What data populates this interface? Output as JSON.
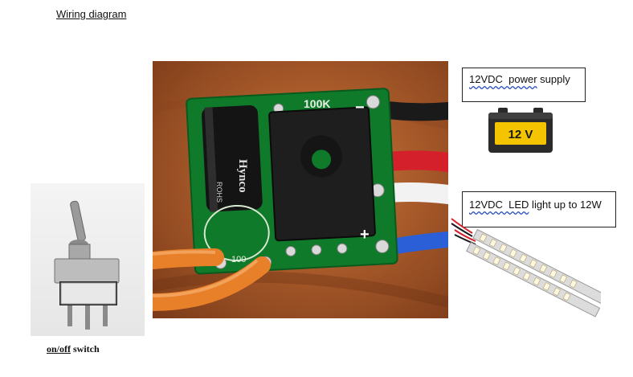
{
  "document": {
    "title": "Wiring diagram"
  },
  "board": {
    "resistor_label": "100K",
    "capacitor_label": "Hynco",
    "capacitor_rohs": "ROHS",
    "pad_label": "100",
    "minus_sign": "−",
    "plus_sign": "+"
  },
  "switch": {
    "caption_part1": "on/off",
    "caption_part2": " switch"
  },
  "power_supply": {
    "label_part1": "12VDC",
    "label_part2": "  power",
    "label_part3": " supply",
    "battery_text": "12 V"
  },
  "led_light": {
    "label_part1": "12VDC",
    "label_part2": "  LED",
    "label_part3": " light up to 12W"
  },
  "colors": {
    "wire_black": "#1a1a1a",
    "wire_red": "#d4202a",
    "wire_white": "#f2f2f2",
    "wire_blue": "#2a5fd8",
    "wire_orange": "#e8802a",
    "pcb_green": "#0f7a2a",
    "battery_yellow": "#f5c400"
  }
}
